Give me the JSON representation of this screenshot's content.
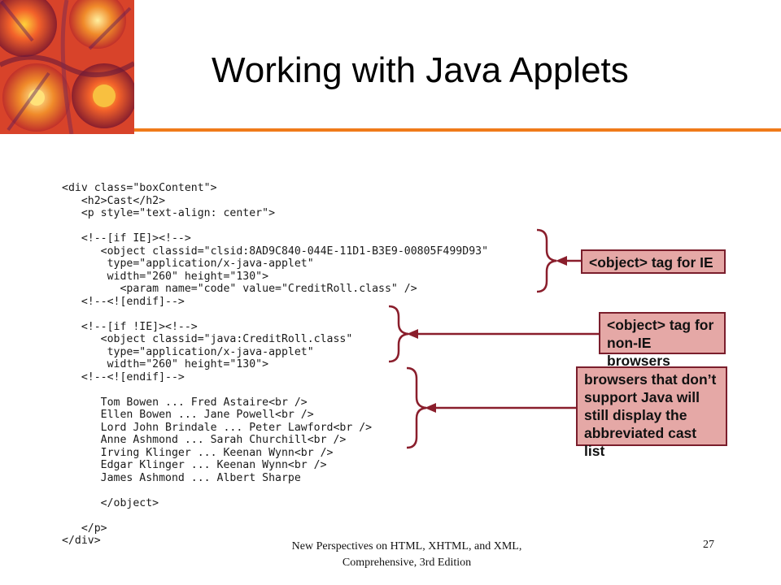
{
  "slide": {
    "title": "Working with Java Applets",
    "accent_color": "#f07a1a",
    "callout_fill": "#e5a8a6",
    "callout_border": "#7a1e2c"
  },
  "code": [
    "<div class=\"boxContent\">",
    "   <h2>Cast</h2>",
    "   <p style=\"text-align: center\">",
    "",
    "   <!--[if IE]><!-->",
    "      <object classid=\"clsid:8AD9C840-044E-11D1-B3E9-00805F499D93\"",
    "       type=\"application/x-java-applet\"",
    "       width=\"260\" height=\"130\">",
    "         <param name=\"code\" value=\"CreditRoll.class\" />",
    "   <!--<![endif]-->",
    "",
    "   <!--[if !IE]><!-->",
    "      <object classid=\"java:CreditRoll.class\"",
    "       type=\"application/x-java-applet\"",
    "       width=\"260\" height=\"130\">",
    "   <!--<![endif]-->",
    "",
    "      Tom Bowen ... Fred Astaire<br />",
    "      Ellen Bowen ... Jane Powell<br />",
    "      Lord John Brindale ... Peter Lawford<br />",
    "      Anne Ashmond ... Sarah Churchill<br />",
    "      Irving Klinger ... Keenan Wynn<br />",
    "      Edgar Klinger ... Keenan Wynn<br />",
    "      James Ashmond ... Albert Sharpe",
    "",
    "      </object>",
    "",
    "   </p>",
    "</div>"
  ],
  "callouts": {
    "ie": [
      "<object> tag for IE"
    ],
    "non_ie": [
      "<object> tag for",
      "non-IE browsers"
    ],
    "no_java": [
      "browsers that don’t",
      "support Java will",
      "still display the",
      "abbreviated cast list"
    ]
  },
  "footer": {
    "line1": "New Perspectives on HTML, XHTML, and XML,",
    "line2": "Comprehensive, 3rd Edition",
    "page_number": "27"
  }
}
